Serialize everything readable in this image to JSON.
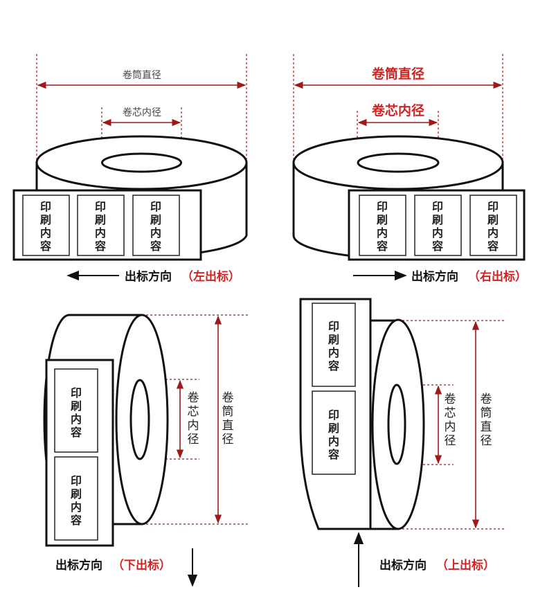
{
  "panels": {
    "left_out": {
      "outer_dim": "卷筒直径",
      "inner_dim": "卷芯内径",
      "label_lines": [
        "印",
        "刷",
        "内",
        "容"
      ],
      "direction": "出标方向",
      "direction_tag": "（左出标）"
    },
    "right_out": {
      "outer_dim": "卷筒直径",
      "inner_dim": "卷芯内径",
      "label_lines": [
        "印",
        "刷",
        "内",
        "容"
      ],
      "direction": "出标方向",
      "direction_tag": "（右出标）"
    },
    "down_out": {
      "outer_dim_lines": [
        "卷",
        "筒",
        "直",
        "径"
      ],
      "inner_dim_lines": [
        "卷",
        "芯",
        "内",
        "径"
      ],
      "label_lines": [
        "印",
        "刷",
        "内",
        "容"
      ],
      "direction": "出标方向",
      "direction_tag": "（下出标）"
    },
    "up_out": {
      "outer_dim_lines": [
        "卷",
        "筒",
        "直",
        "径"
      ],
      "inner_dim_lines": [
        "卷",
        "芯",
        "内",
        "径"
      ],
      "label_lines": [
        "印",
        "刷",
        "内",
        "容"
      ],
      "direction": "出标方向",
      "direction_tag": "（上出标）"
    }
  },
  "colors": {
    "accent_red": "#d42222",
    "guide_red": "#a01818",
    "stroke": "#111111"
  }
}
